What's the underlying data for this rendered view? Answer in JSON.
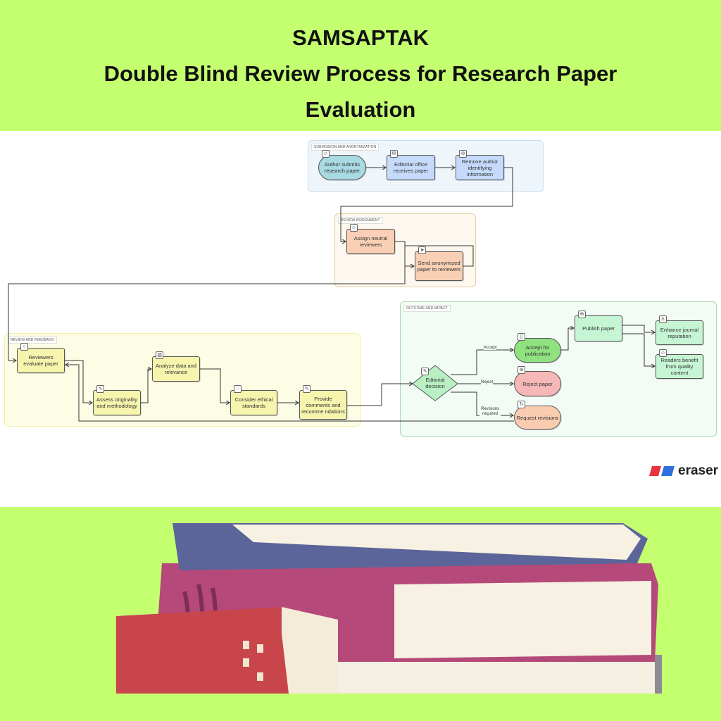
{
  "title": [
    "SAMSAPTAK",
    "Double Blind Review Process for Research Paper",
    "Evaluation"
  ],
  "groups": {
    "submission": "SUBMISSION AND ANONYMIZATION",
    "assignment": "REVIEW ASSIGNMENT",
    "feedback": "REVIEW AND FEEDBACK",
    "outcome": "OUTCOME AND IMPACT"
  },
  "nodes": {
    "author": "Author submits research paper",
    "office": "Editorial office receives paper",
    "remove": "Remove author identifying information",
    "assign": "Assign neutral reviewers",
    "send": "Send anonymized paper to reviewers",
    "evaluate": "Reviewers evaluate paper",
    "assess": "Assess originality and methodology",
    "analyze": "Analyze data and relevance",
    "ethical": "Consider ethical standards",
    "provide": "Provide comments and recomme ndations",
    "decision": "Editorial decision",
    "accept": "Accept for publication",
    "reject": "Reject paper",
    "revisions": "Request revisions",
    "publish": "Publish paper",
    "enhance": "Enhance journal reputation",
    "readers": "Readers benefit from quality content"
  },
  "edges": {
    "accept": "Accept",
    "reject": "Reject",
    "revisions": "Revisions required"
  },
  "logo": "eraser",
  "colors": {
    "band": "#c4ff70",
    "blue": "#c6dafb",
    "teal": "#a9d9e3",
    "orange": "#f9d0b5",
    "yellow": "#f6f4ad",
    "green": "#c6f5d4",
    "accept": "#8fe27f",
    "reject": "#f6b7b7"
  }
}
